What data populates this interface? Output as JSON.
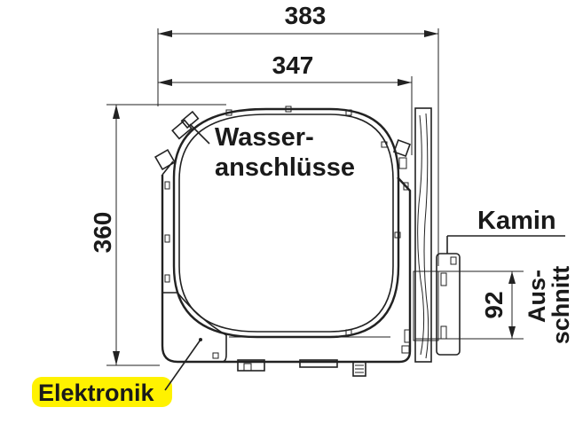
{
  "dimensions": {
    "outer_width": "383",
    "inner_width": "347",
    "height": "360",
    "cutout_height": "92"
  },
  "labels": {
    "water_line1": "Wasser-",
    "water_line2": "anschlüsse",
    "chimney": "Kamin",
    "cutout_line1": "Aus-",
    "cutout_line2": "schnitt",
    "electronics": "Elektronik"
  },
  "colors": {
    "highlight": "#fff200",
    "ink": "#222222"
  }
}
